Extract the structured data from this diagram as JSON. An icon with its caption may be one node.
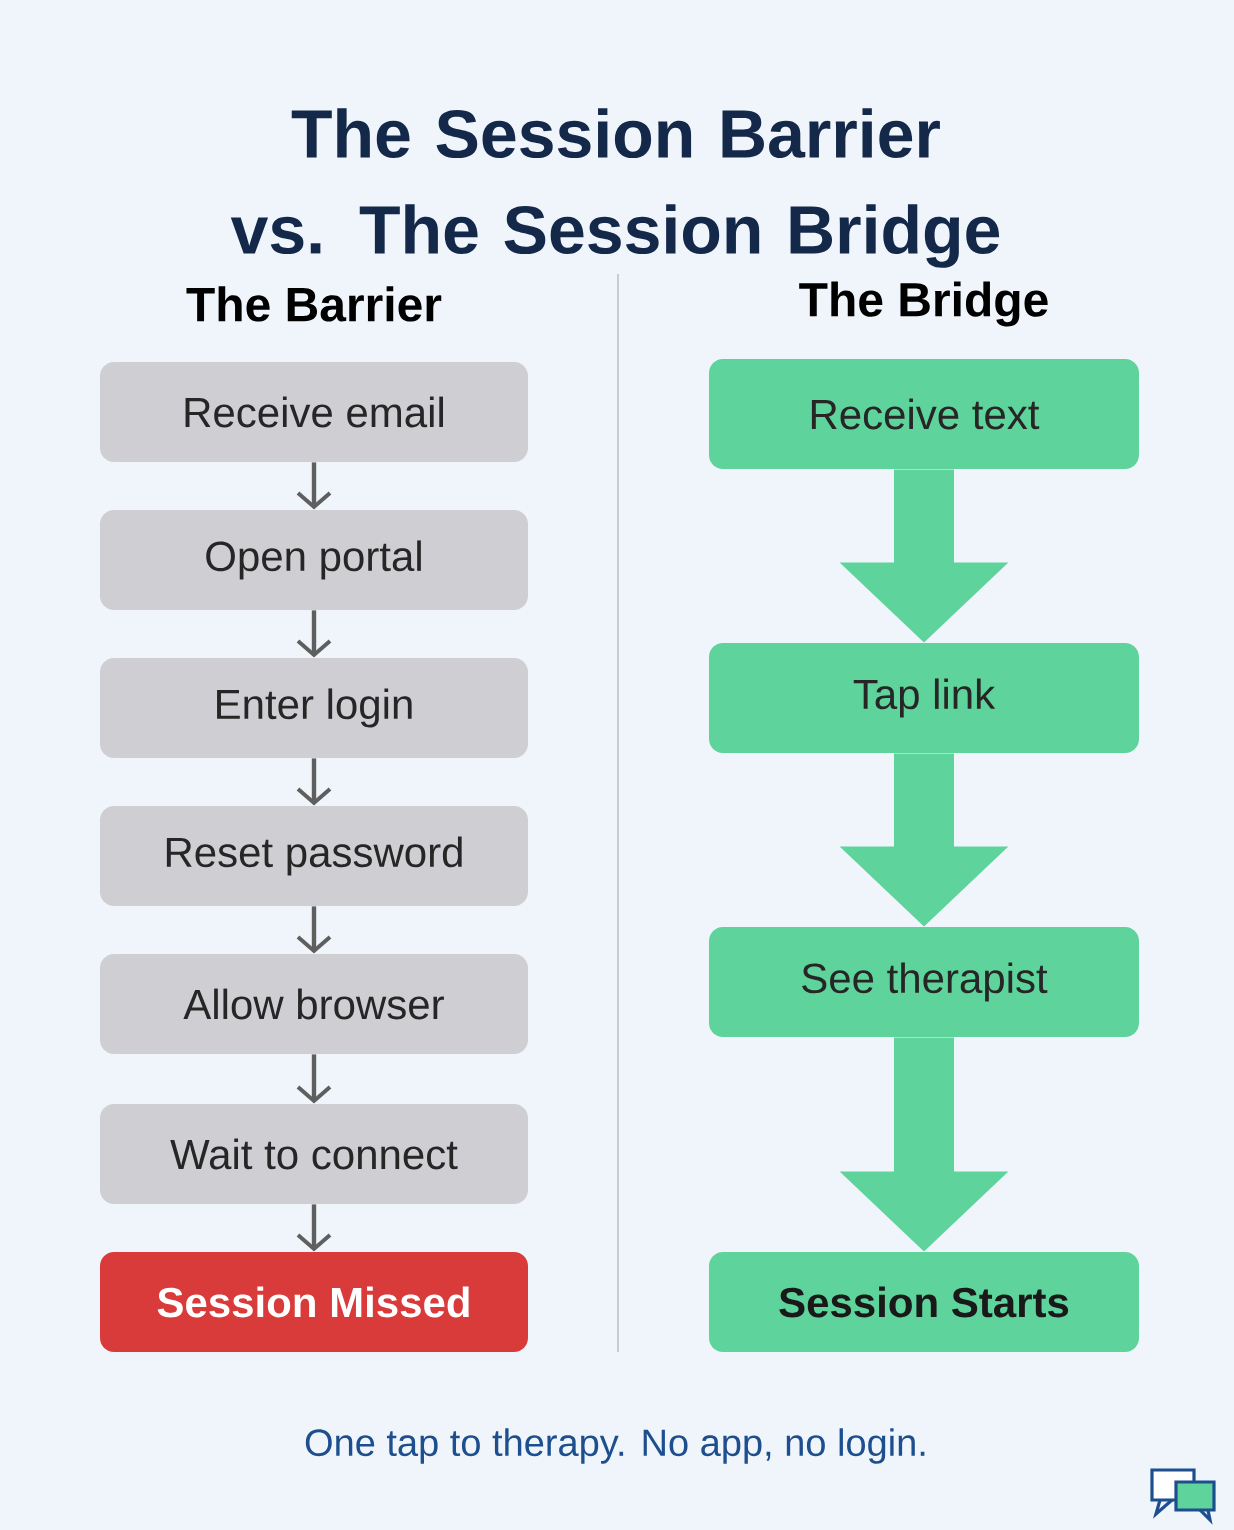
{
  "diagram": {
    "title": "The Session Barrier vs. The Session Bridge",
    "nodes": [
      {
        "text": [
          "Receive email"
        ]
      },
      {
        "text": [
          "Open portal"
        ]
      },
      {
        "text": [
          "Enter login"
        ]
      },
      {
        "text": [
          "Reset password"
        ]
      },
      {
        "text": [
          "Allow browser"
        ]
      },
      {
        "text": [
          "Wait to connect"
        ]
      },
      {
        "text": [
          "Session Missed"
        ]
      },
      {
        "text": [
          "Receive text"
        ]
      },
      {
        "text": [
          "Tap link"
        ]
      },
      {
        "text": [
          "See therapist"
        ]
      },
      {
        "text": [
          "Session Starts"
        ]
      }
    ],
    "edges": [
      {
        "from": 0,
        "to": 1,
        "arrow": "to"
      },
      {
        "from": 1,
        "to": 2,
        "arrow": "to"
      },
      {
        "from": 2,
        "to": 3,
        "arrow": "to"
      },
      {
        "from": 3,
        "to": 4,
        "arrow": "to"
      },
      {
        "from": 4,
        "to": 5,
        "arrow": "to"
      },
      {
        "from": 5,
        "to": 6,
        "arrow": "to"
      },
      {
        "from": 7,
        "to": 8,
        "arrow": "to",
        "style": "thick",
        "color": "#5ed39b"
      },
      {
        "from": 8,
        "to": 9,
        "arrow": "to",
        "style": "thick",
        "color": "#5ed39b"
      },
      {
        "from": 9,
        "to": 10,
        "arrow": "to",
        "style": "thick",
        "color": "#5ed39b"
      }
    ],
    "labels": [
      "The Barrier",
      "The Bridge",
      "One tap to therapy. No app, no login."
    ]
  }
}
